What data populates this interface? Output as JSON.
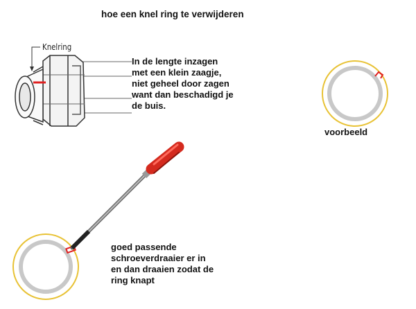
{
  "title": "hoe een knel ring te verwijderen",
  "fitting_label": "Knelring",
  "step1_text": "In de lengte inzagen\nmet een klein zaagje,\nniet geheel door zagen\nwant dan beschadigd je\nde buis.",
  "example_label": "voorbeeld",
  "step2_text": "goed passende\nschroeverdraaier er in\nen dan draaien zodat de\nring knapt",
  "colors": {
    "ring_yellow": "#e8c235",
    "pipe_grey": "#c8c8c8",
    "cut_red": "#e02020",
    "handle_red": "#d42a1e",
    "shaft_grey": "#8a8a8a"
  }
}
